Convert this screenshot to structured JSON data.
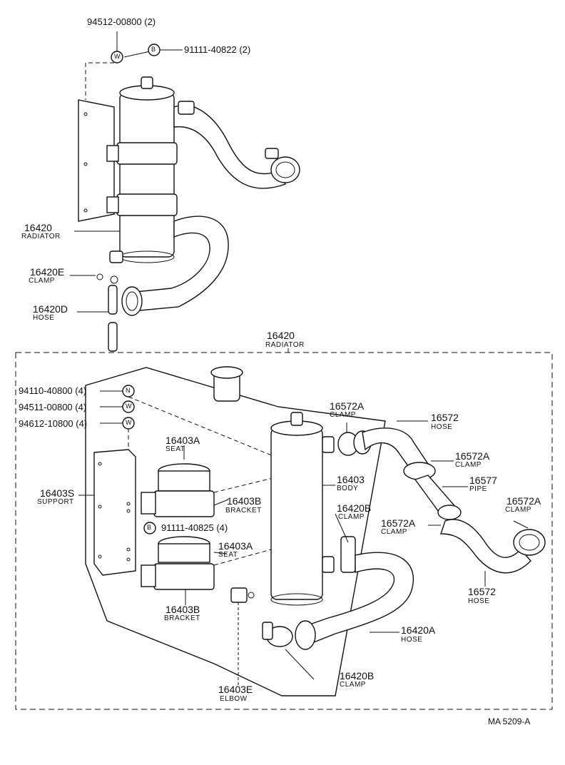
{
  "top_assembly": {
    "part_94512": "94512-00800 (2)",
    "part_91111": "91111-40822 (2)",
    "radiator_no": "16420",
    "radiator_name": "RADIATOR",
    "clamp_no": "16420E",
    "clamp_name": "CLAMP",
    "hose_no": "16420D",
    "hose_name": "HOSE"
  },
  "bottom_assembly": {
    "header_no": "16420",
    "header_name": "RADIATOR",
    "nut_no": "94110-40800 (4)",
    "washer1_no": "94511-00800 (4)",
    "washer2_no": "94612-10800 (4)",
    "support_no": "16403S",
    "support_name": "SUPPORT",
    "seat_a_no": "16403A",
    "seat_a_name": "SEAT",
    "bracket_b_no": "16403B",
    "bracket_b_name": "BRACKET",
    "bolt_no": "91111-40825 (4)",
    "seat_a2_no": "16403A",
    "seat_a2_name": "SEAT",
    "bracket_b2_no": "16403B",
    "bracket_b2_name": "BRACKET",
    "elbow_no": "16403E",
    "elbow_name": "ELBOW",
    "body_no": "16403",
    "body_name": "BODY",
    "clamp_b_no": "16420B",
    "clamp_b_name": "CLAMP",
    "clamp_b2_no": "16420B",
    "clamp_b2_name": "CLAMP",
    "hose_a_no": "16420A",
    "hose_a_name": "HOSE",
    "clamp_572a_1_no": "16572A",
    "clamp_572a_1_name": "CLAMP",
    "hose_572_no": "16572",
    "hose_572_name": "HOSE",
    "clamp_572a_2_no": "16572A",
    "clamp_572a_2_name": "CLAMP",
    "pipe_no": "16577",
    "pipe_name": "PIPE",
    "clamp_572a_3_no": "16572A",
    "clamp_572a_3_name": "CLAMP",
    "clamp_572a_4_no": "16572A",
    "clamp_572a_4_name": "CLAMP",
    "hose_572b_no": "16572",
    "hose_572b_name": "HOSE"
  },
  "symbols": {
    "w": "W",
    "b": "B",
    "n": "N"
  },
  "footer": {
    "code": "MA  5209-A"
  }
}
